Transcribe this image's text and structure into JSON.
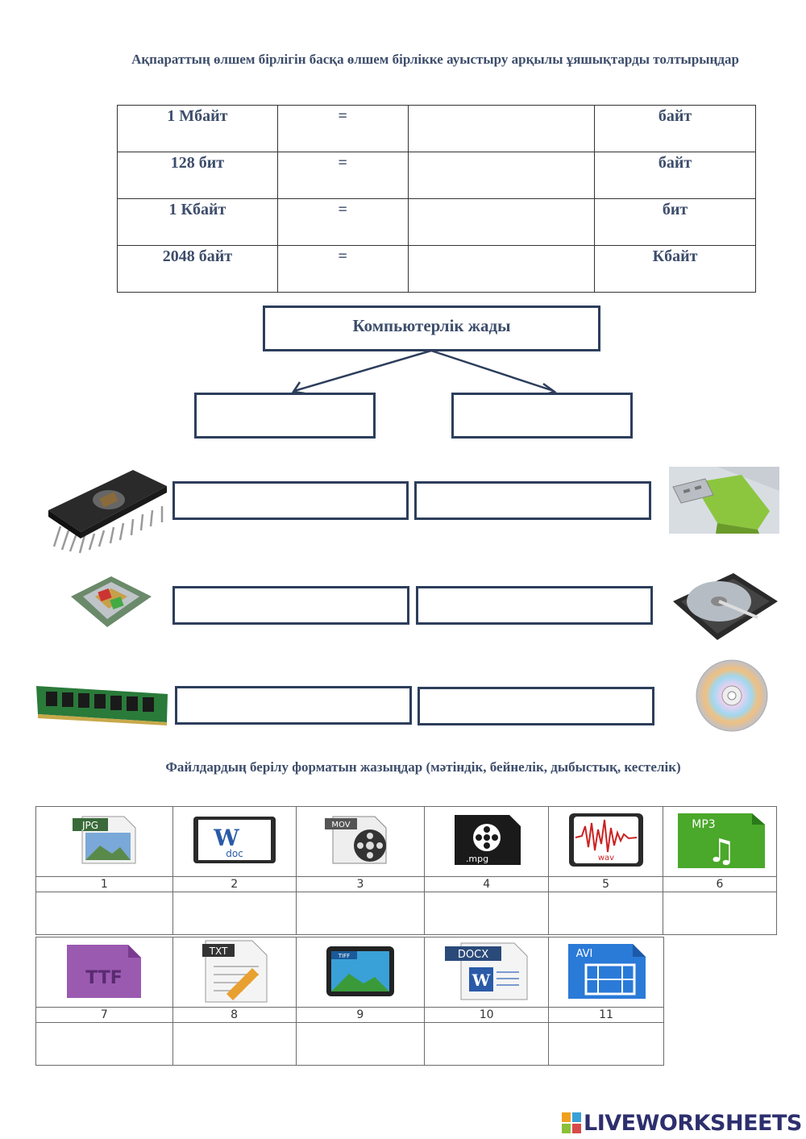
{
  "instruction1": "Ақпараттың өлшем бірлігін басқа өлшем бірлікке ауыстыру арқылы ұяшықтарды толтырыңдар",
  "conversion_rows": [
    {
      "from": "1 Мбайт",
      "eq": "=",
      "answer": "",
      "to": "байт"
    },
    {
      "from": "128 бит",
      "eq": "=",
      "answer": "",
      "to": "байт"
    },
    {
      "from": "1 Кбайт",
      "eq": "=",
      "answer": "",
      "to": "бит"
    },
    {
      "from": "2048 байт",
      "eq": "=",
      "answer": "",
      "to": "Кбайт"
    }
  ],
  "memory_root": "Компьютерлік жады",
  "device_icons": [
    "eprom-chip",
    "usb-flash-drive",
    "cpu-processor",
    "hard-disk-drive",
    "ram-module",
    "compact-disc"
  ],
  "instruction2": "Файлдардың берілу форматын жазыңдар (мәтіндік, бейнелік, дыбыстық, кестелік)",
  "files_row1": [
    {
      "num": "1",
      "label": "JPG",
      "icon": "jpg-image-icon"
    },
    {
      "num": "2",
      "label": "doc",
      "icon": "word-doc-icon"
    },
    {
      "num": "3",
      "label": "MOV",
      "icon": "mov-film-icon"
    },
    {
      "num": "4",
      "label": ".mpg",
      "icon": "mpg-film-icon"
    },
    {
      "num": "5",
      "label": "wav",
      "icon": "wav-audio-icon"
    },
    {
      "num": "6",
      "label": "MP3",
      "icon": "mp3-audio-icon"
    }
  ],
  "files_row2": [
    {
      "num": "7",
      "label": "TTF",
      "icon": "ttf-font-icon"
    },
    {
      "num": "8",
      "label": "TXT",
      "icon": "txt-text-icon"
    },
    {
      "num": "9",
      "label": "TIFF",
      "icon": "tiff-image-icon"
    },
    {
      "num": "10",
      "label": "DOCX",
      "icon": "docx-word-icon"
    },
    {
      "num": "11",
      "label": "AVI",
      "icon": "avi-video-icon"
    }
  ],
  "brand": "LIVEWORKSHEETS"
}
